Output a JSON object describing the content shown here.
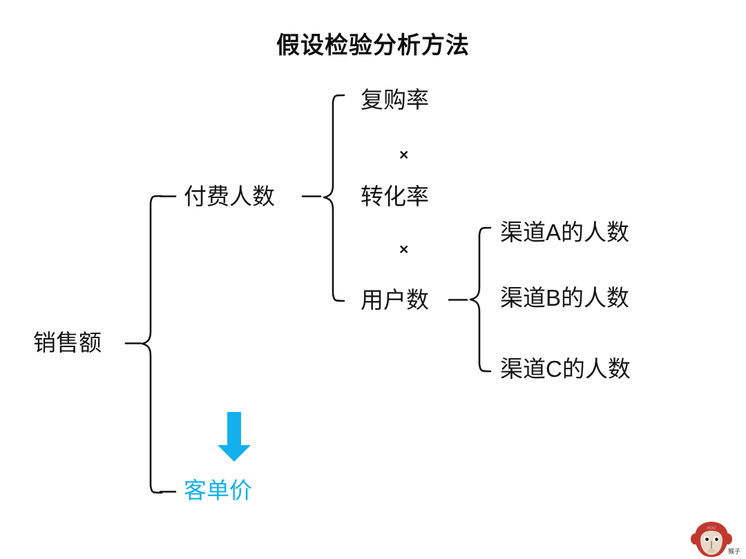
{
  "title": "假设检验分析方法",
  "diagram": {
    "type": "tree-breakdown",
    "root": {
      "label": "销售额"
    },
    "level1": [
      {
        "label": "付费人数"
      },
      {
        "label": "客单价",
        "color": "#13b0ec",
        "highlighted": true
      }
    ],
    "level2": {
      "parent": "付费人数",
      "items": [
        {
          "label": "复购率"
        },
        {
          "label": "转化率"
        },
        {
          "label": "用户数"
        }
      ],
      "operators": [
        "×",
        "×"
      ]
    },
    "level3": {
      "parent": "用户数",
      "items": [
        {
          "label": "渠道A的人数"
        },
        {
          "label": "渠道B的人数"
        },
        {
          "label": "渠道C的人数"
        }
      ]
    },
    "annotation": {
      "arrow": "down-arrow",
      "arrow_color": "#13b0ec",
      "points_to": "客单价"
    }
  },
  "watermark": {
    "label": "猴子",
    "badge_text": "HOU",
    "color": "#c0392f"
  }
}
